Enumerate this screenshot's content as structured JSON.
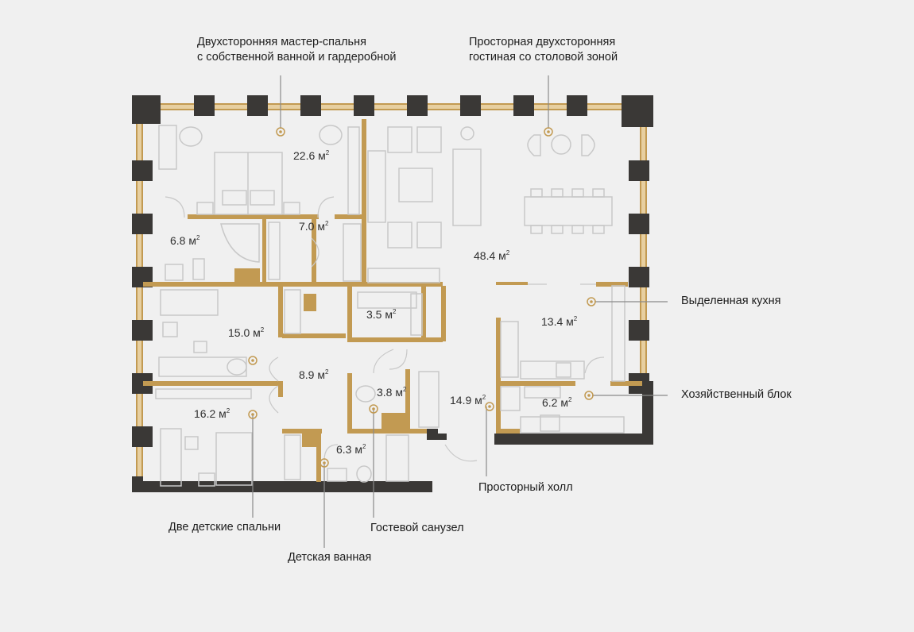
{
  "colors": {
    "background": "#f0f0f0",
    "wall_dark": "#3a3836",
    "accent_gold": "#c29a52",
    "window_frame": "#e7cfa0",
    "furniture_line": "#c8c8c8",
    "callout_text": "#1d1d1d"
  },
  "callouts": {
    "master_bedroom": "Двухсторонняя мастер-спальня\nс собственной ванной и гардеробной",
    "living_room": "Просторная двухсторонняя\nгостиная со столовой зоной",
    "kitchen": "Выделенная кухня",
    "utility": "Хозяйственный блок",
    "hall": "Просторный холл",
    "kids_bedrooms": "Две детские спальни",
    "guest_bathroom": "Гостевой санузел",
    "kids_bathroom": "Детская ванная"
  },
  "areas": {
    "master_bedroom": "22.6 м",
    "master_bath": "6.8 м",
    "master_wardrobe": "7.0 м",
    "living": "48.4 м",
    "kitchen": "13.4 м",
    "utility": "6.2 м",
    "hall": "14.9 м",
    "closet": "3.5 м",
    "bedroom_1": "15.0 м",
    "corridor": "8.9 м",
    "guest_wc": "3.8 м",
    "bedroom_2": "16.2 м",
    "kids_bath": "6.3 м",
    "unit_superscript": "2"
  }
}
